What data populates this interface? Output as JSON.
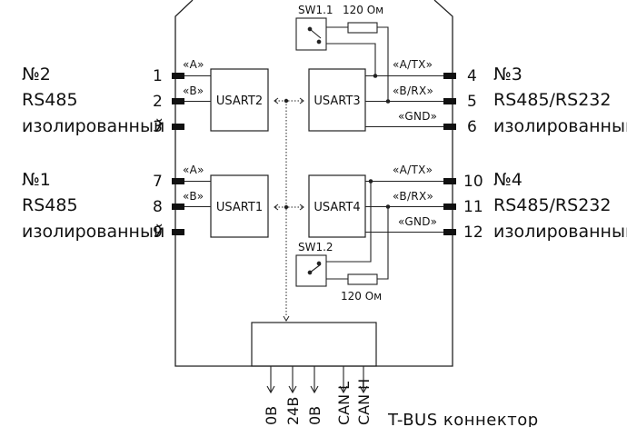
{
  "diagram": {
    "ports": [
      {
        "no": "№2",
        "type": "RS485",
        "iso": "изолированный",
        "pins": [
          "1",
          "2",
          "3"
        ]
      },
      {
        "no": "№1",
        "type": "RS485",
        "iso": "изолированный",
        "pins": [
          "7",
          "8",
          "9"
        ]
      },
      {
        "no": "№3",
        "type": "RS485/RS232",
        "iso": "изолированный",
        "pins": [
          "4",
          "5",
          "6"
        ]
      },
      {
        "no": "№4",
        "type": "RS485/RS232",
        "iso": "изолированный",
        "pins": [
          "10",
          "11",
          "12"
        ]
      }
    ],
    "signals": {
      "a": "«A»",
      "b": "«B»",
      "atx": "«A/TX»",
      "brx": "«B/RX»",
      "gnd": "«GND»"
    },
    "blocks": {
      "usart1": "USART1",
      "usart2": "USART2",
      "usart3": "USART3",
      "usart4": "USART4"
    },
    "switches": {
      "sw11": "SW1.1",
      "sw12": "SW1.2",
      "res": "120 Ом"
    },
    "bottom_pins": [
      "0В",
      "24В",
      "0В",
      "CAN L",
      "CAN H"
    ],
    "connector": "T-BUS коннектор"
  }
}
